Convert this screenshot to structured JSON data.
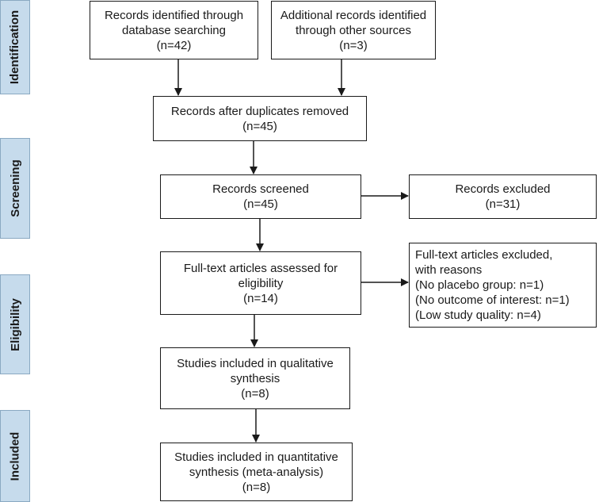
{
  "phases": {
    "identification": "Identification",
    "screening": "Screening",
    "eligibility": "Eligibility",
    "included": "Included"
  },
  "boxes": {
    "database_search": [
      "Records identified through",
      "database searching",
      "(n=42)"
    ],
    "other_sources": [
      "Additional records identified",
      "through other sources",
      "(n=3)"
    ],
    "duplicates_removed": [
      "Records after duplicates removed",
      "(n=45)"
    ],
    "records_screened": [
      "Records screened",
      "(n=45)"
    ],
    "records_excluded": [
      "Records excluded",
      "(n=31)"
    ],
    "fulltext_assessed": [
      "Full-text articles assessed for",
      "eligibility",
      "(n=14)"
    ],
    "fulltext_excluded": [
      "Full-text articles excluded,",
      "with reasons",
      "(No placebo group: n=1)",
      "(No outcome of interest: n=1)",
      "(Low study quality: n=4)"
    ],
    "qualitative": [
      "Studies included in qualitative",
      "synthesis",
      "(n=8)"
    ],
    "quantitative": [
      "Studies included in quantitative",
      "synthesis (meta-analysis)",
      "(n=8)"
    ]
  }
}
